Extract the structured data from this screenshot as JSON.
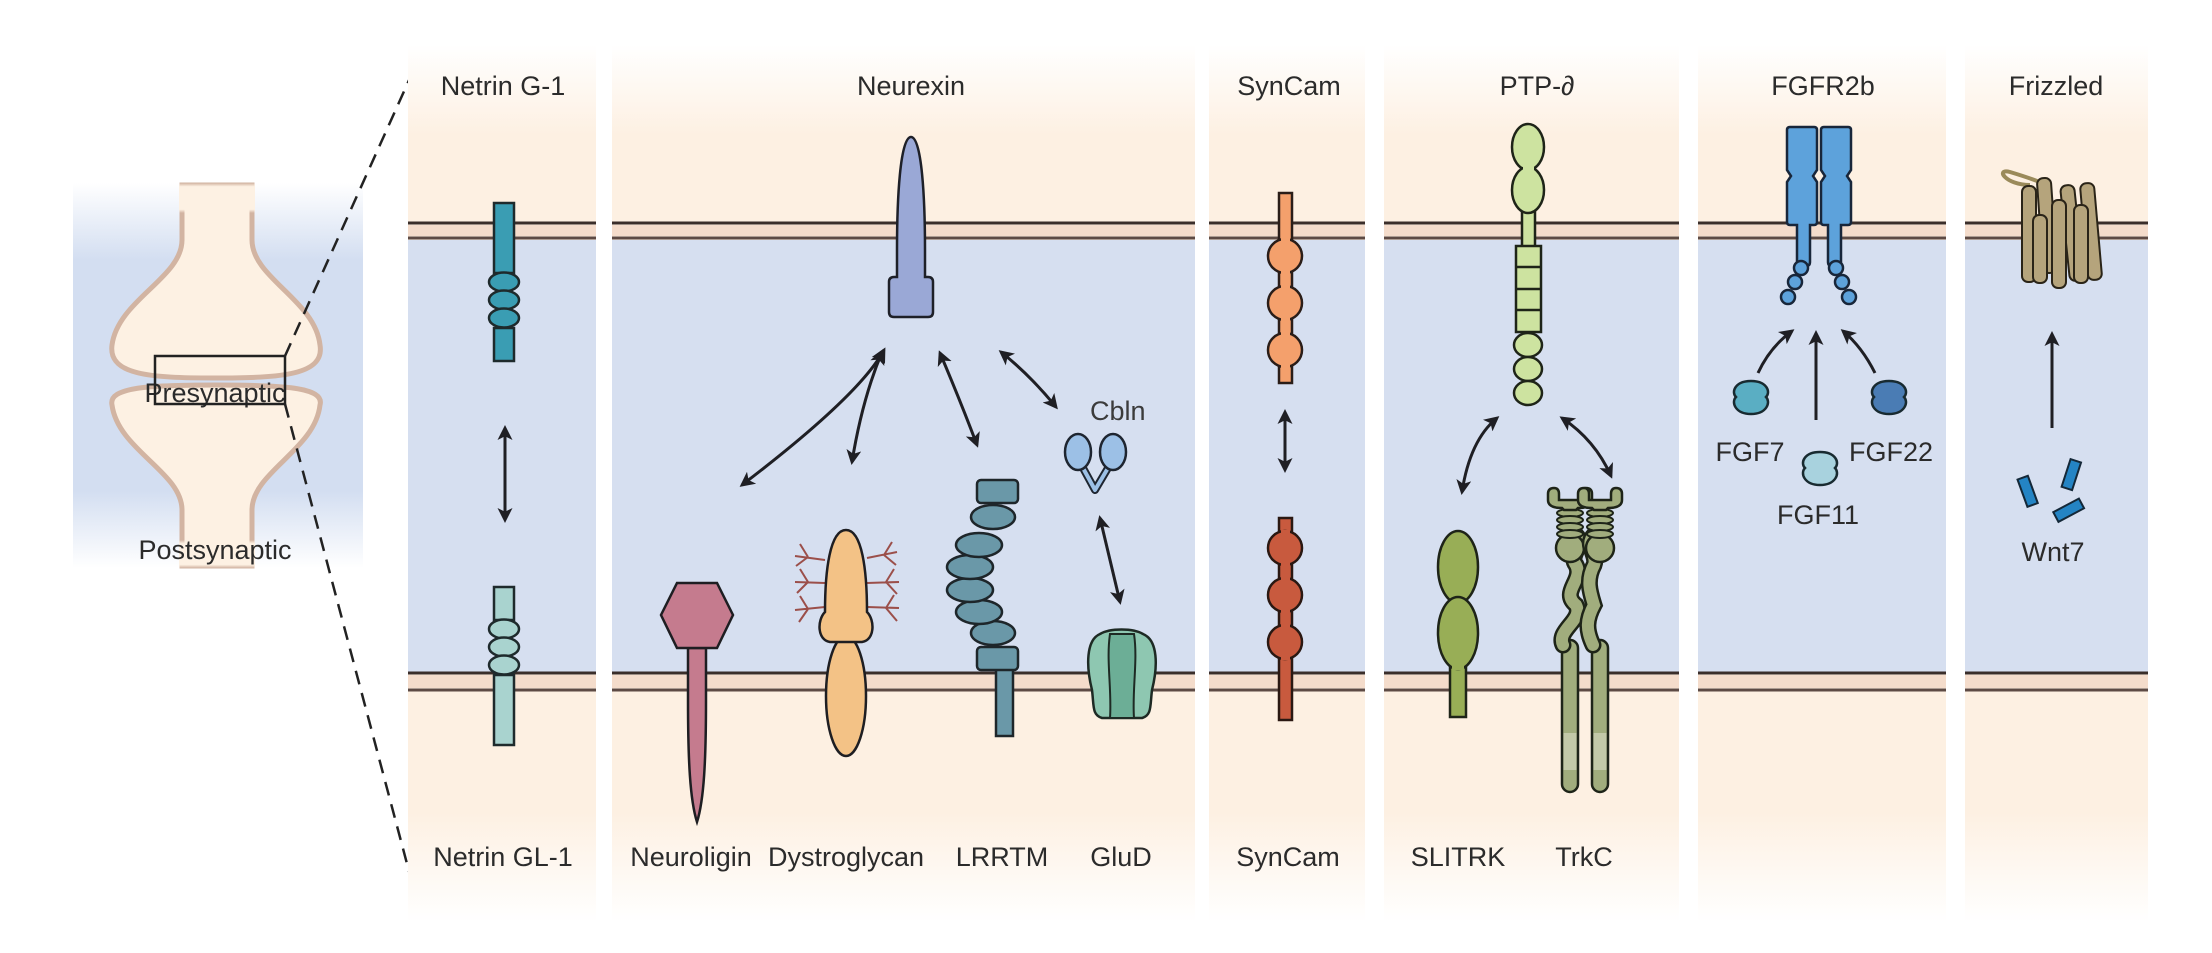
{
  "figure": {
    "overview": {
      "presynaptic_label": "Presynaptic",
      "postsynaptic_label": "Postsynaptic"
    },
    "panels": [
      {
        "id": "netrin",
        "top_label": "Netrin G-1",
        "bottom_labels": [
          "Netrin GL-1"
        ]
      },
      {
        "id": "neurexin",
        "top_label": "Neurexin",
        "bottom_labels": [
          "Neuroligin",
          "Dystroglycan",
          "LRRTM",
          "GluD"
        ],
        "side_label": "Cbln"
      },
      {
        "id": "syncam",
        "top_label": "SynCam",
        "bottom_labels": [
          "SynCam"
        ]
      },
      {
        "id": "ptp",
        "top_label": "PTP-∂",
        "bottom_labels": [
          "SLITRK",
          "TrkC"
        ]
      },
      {
        "id": "fgfr",
        "top_label": "FGFR2b",
        "bottom_labels": [],
        "ligands": [
          "FGF7",
          "FGF11",
          "FGF22"
        ]
      },
      {
        "id": "frizzled",
        "top_label": "Frizzled",
        "bottom_labels": [],
        "ligands": [
          "Wnt7"
        ]
      }
    ],
    "colors": {
      "presynaptic_bg": "#fdf0e2",
      "cleft_bg": "#d6dff0",
      "membrane_line": "#3a2e2a",
      "netrin_g1": "#3a9db3",
      "netrin_gl1": "#a9d3cf",
      "neurexin": "#9aa8d6",
      "neuroligin": "#c57b8e",
      "dystroglycan": "#f3c286",
      "lrrtm": "#6a98a8",
      "cbln": "#9cc0e6",
      "glud": "#7fbfa6",
      "syncam_pre": "#f4a06c",
      "syncam_post": "#c85a3e",
      "ptp": "#cde3a0",
      "slitrk": "#98ae56",
      "trkc": "#a1ad7d",
      "fgfr": "#5da2db",
      "fgf7": "#5aaec3",
      "fgf11": "#a8d2de",
      "fgf22": "#4a7cb4",
      "frizzled": "#b5a47c",
      "wnt7": "#2484c4"
    }
  }
}
